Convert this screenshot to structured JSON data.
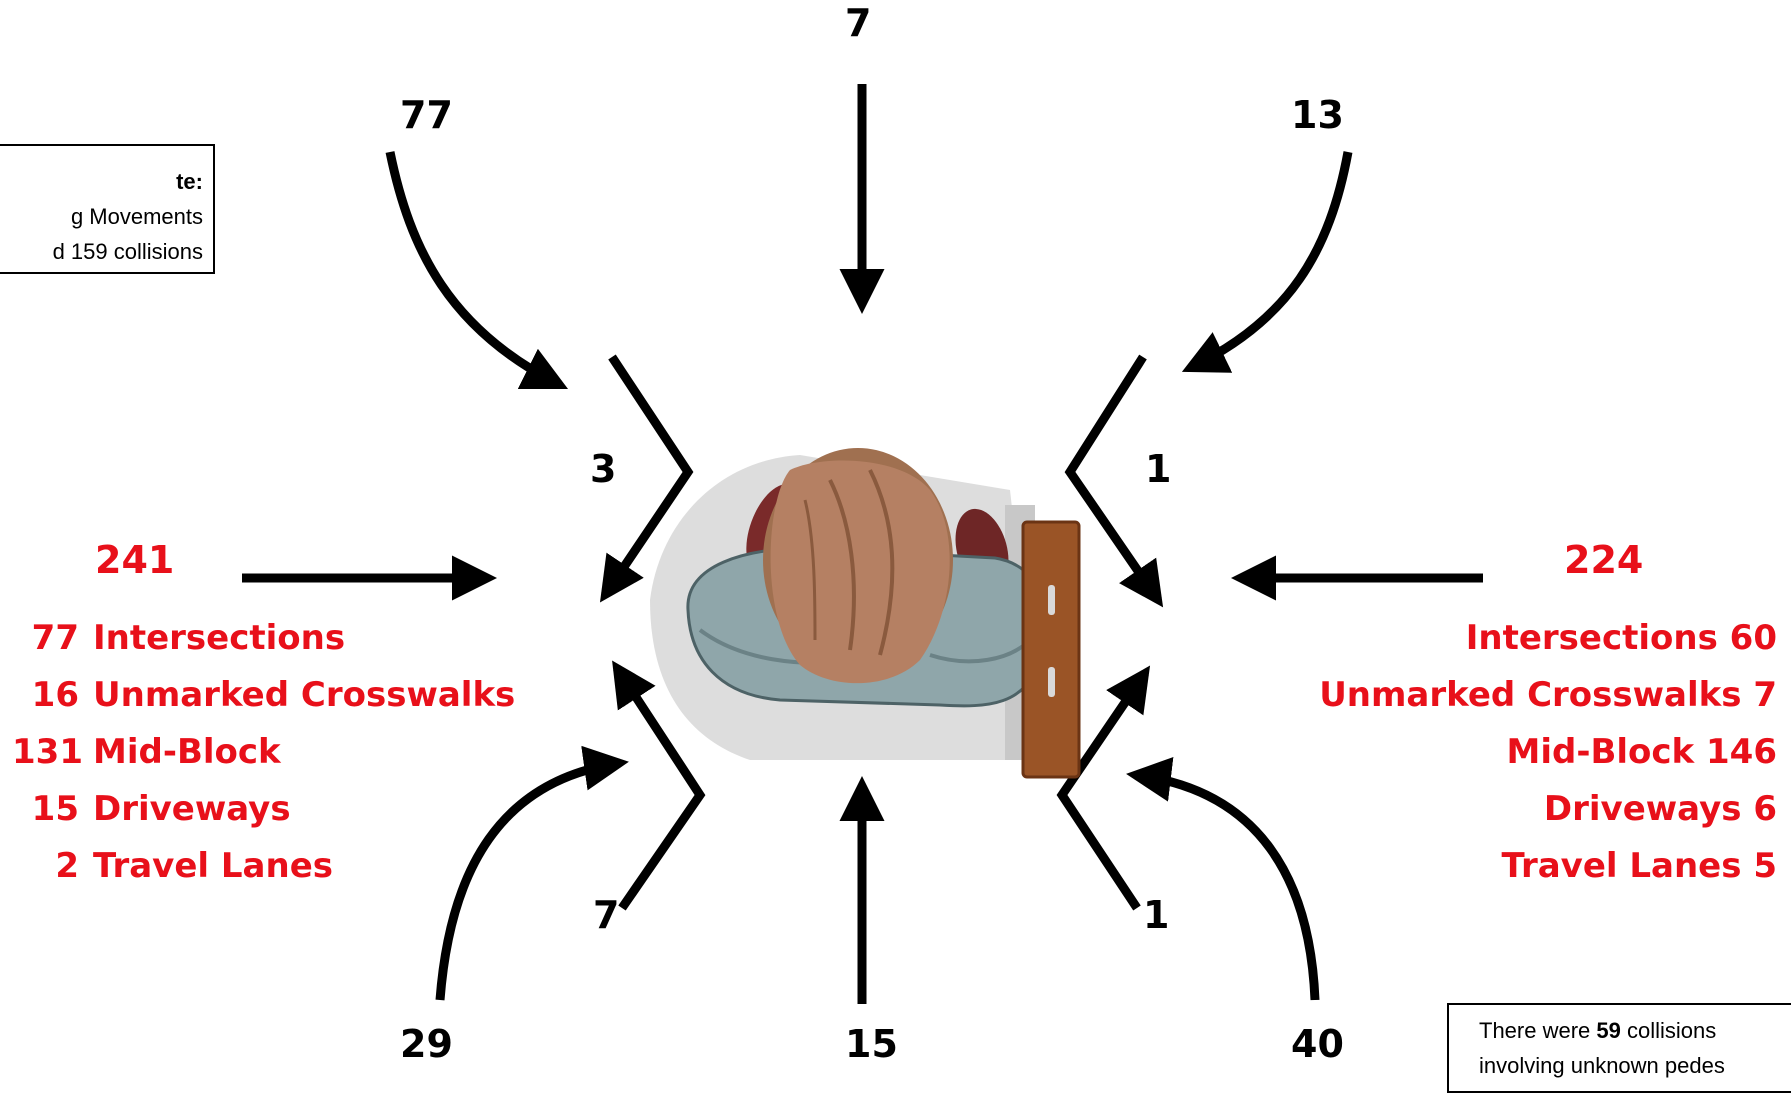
{
  "diagram": {
    "labels": {
      "top": "7",
      "top_left": "77",
      "top_right": "13",
      "inner_upper_left": "3",
      "inner_upper_right": "1",
      "inner_lower_left": "7",
      "inner_lower_right": "1",
      "bottom_left": "29",
      "bottom": "15",
      "bottom_right": "40"
    },
    "left_panel": {
      "total": "241",
      "items": [
        {
          "count": "77",
          "label": "Intersections"
        },
        {
          "count": "16",
          "label": "Unmarked Crosswalks"
        },
        {
          "count": "131",
          "label": "Mid-Block"
        },
        {
          "count": "15",
          "label": "Driveways"
        },
        {
          "count": "2",
          "label": "Travel Lanes"
        }
      ]
    },
    "right_panel": {
      "total": "224",
      "items": [
        {
          "label": "Intersections",
          "count": "60"
        },
        {
          "label": "Unmarked Crosswalks",
          "count": "7"
        },
        {
          "label": "Mid-Block",
          "count": "146"
        },
        {
          "label": "Driveways",
          "count": "6"
        },
        {
          "label": "Travel Lanes",
          "count": "5"
        }
      ]
    },
    "note_left": {
      "heading": "te:",
      "line1": "g Movements",
      "line2": "d 159 collisions"
    },
    "note_right": {
      "text_before": "There were ",
      "bold": "59",
      "text_after": " collisions",
      "line2": "involving unknown pedes"
    },
    "colors": {
      "accent_red": "#e8101a",
      "arrow": "#000000"
    }
  }
}
